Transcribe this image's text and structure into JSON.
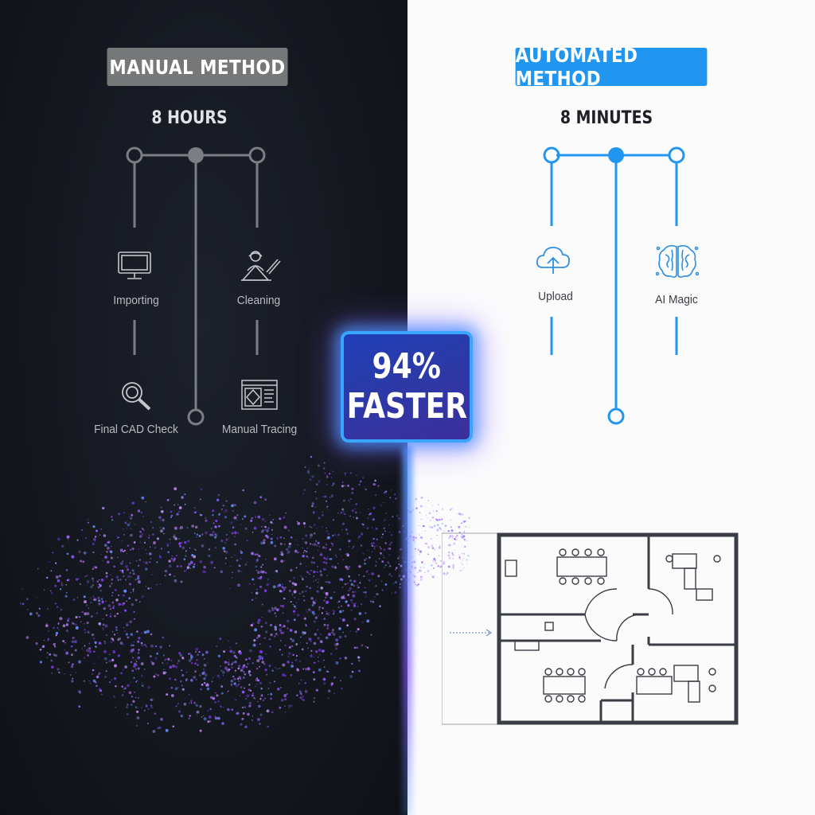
{
  "badge": {
    "percent": "94%",
    "word": "FASTER"
  },
  "manual": {
    "title": "MANUAL METHOD",
    "duration": "8 HOURS",
    "steps": [
      {
        "label": "Importing",
        "icon": "monitor-icon"
      },
      {
        "label": "Cleaning",
        "icon": "drafting-worker-icon"
      },
      {
        "label": "Final CAD Check",
        "icon": "magnifier-icon"
      },
      {
        "label": "Manual Tracing",
        "icon": "blueprint-window-icon"
      }
    ]
  },
  "automated": {
    "title": "AUTOMATED METHOD",
    "duration": "8 MINUTES",
    "steps": [
      {
        "label": "Upload",
        "icon": "cloud-upload-icon"
      },
      {
        "label": "AI Magic",
        "icon": "brain-icon"
      }
    ]
  },
  "colors": {
    "manual_pill": "#767779",
    "auto_pill": "#2196f0",
    "manual_line": "#7b7e85",
    "auto_line": "#2196f0",
    "badge_border": "#3aa5ff"
  }
}
